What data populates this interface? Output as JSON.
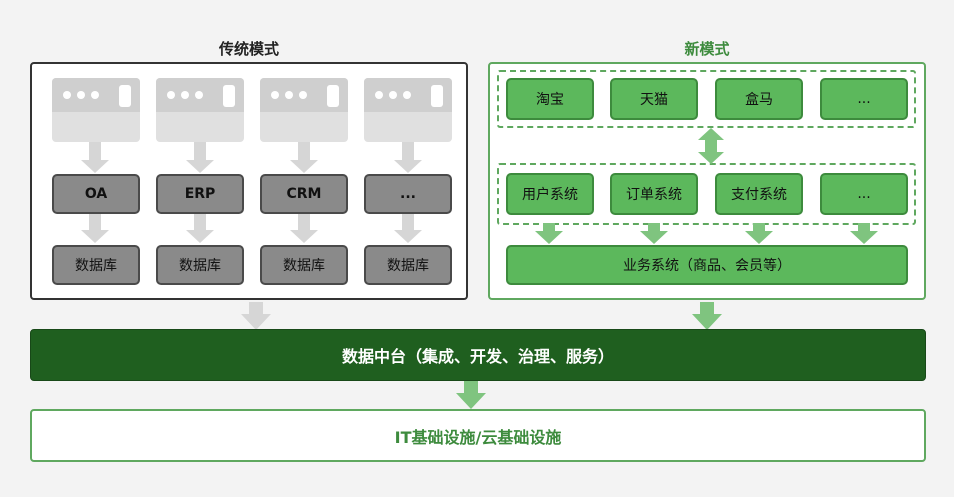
{
  "traditional": {
    "title": "传统模式",
    "systems": [
      "OA",
      "ERP",
      "CRM",
      "..."
    ],
    "database_label": "数据库"
  },
  "new_mode": {
    "title": "新模式",
    "frontends": [
      "淘宝",
      "天猫",
      "盒马",
      "..."
    ],
    "systems": [
      "用户系统",
      "订单系统",
      "支付系统",
      "..."
    ],
    "business": "业务系统（商品、会员等）"
  },
  "platform": "数据中台（集成、开发、治理、服务）",
  "infrastructure": "IT基础设施/云基础设施",
  "colors": {
    "dark_green": "#1f5f1f",
    "green": "#5cb85c",
    "light_green_arrow": "#7fc47f",
    "gray_box": "#8a8a8a",
    "gray_arrow": "#d6d6d6"
  }
}
